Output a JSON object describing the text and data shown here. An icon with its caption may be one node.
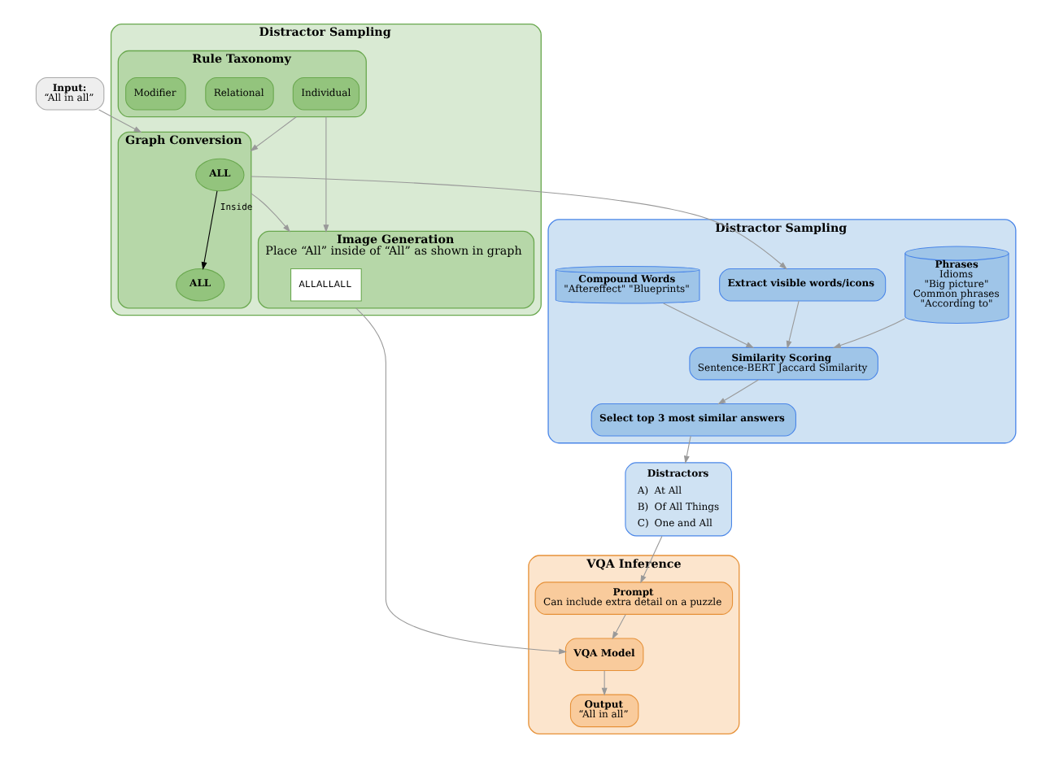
{
  "diagram": {
    "nodes": [
      {
        "text": [
          "Input:",
          "“All in all”"
        ]
      },
      {
        "text": [
          "Distractor Sampling"
        ]
      },
      {
        "text": [
          "Compound Words",
          "\"Aftereffect\" \"Blueprints\""
        ],
        "in": 1
      },
      {
        "text": [
          "Phrases",
          "Idioms",
          "\"Big picture\"",
          "Common phrases",
          "\"According to\""
        ],
        "in": 1
      },
      {
        "text": [
          "Extract visible words/icons"
        ],
        "in": 1
      },
      {
        "text": [
          "Similarity Scoring",
          "Sentence-BERT Jaccard Similarity"
        ],
        "in": 1
      },
      {
        "text": [
          "Select top 3 most similar answers"
        ],
        "in": 1
      },
      {
        "text": [
          "Distractor Sampling"
        ]
      },
      {
        "text": [
          "Graph Conversion"
        ],
        "in": 7
      },
      {
        "text": [
          "ALL"
        ],
        "in": 8
      },
      {
        "text": [
          "ALL"
        ],
        "in": 8
      },
      {
        "text": [
          "Rule Taxonomy"
        ],
        "in": 7
      },
      {
        "text": [
          "Individual"
        ],
        "in": 11
      },
      {
        "text": [
          "Relational"
        ],
        "in": 11
      },
      {
        "text": [
          "Modifier"
        ],
        "in": 11
      },
      {
        "text": [
          "Image Generation",
          "Place “All” inside of “All” as shown in graph"
        ],
        "in": 7
      },
      {
        "text": [
          "ALLALLALL"
        ],
        "in": 15
      },
      {
        "text": [
          "Distractors",
          "A)",
          "At All",
          "B)",
          "Of All Things",
          "C)",
          "One and All"
        ]
      },
      {
        "text": [
          "VQA Inference"
        ]
      },
      {
        "text": [
          "Prompt",
          "Can include extra detail on a puzzle"
        ],
        "in": 18
      },
      {
        "text": [
          "VQA Model"
        ],
        "in": 18
      },
      {
        "text": [
          "Output",
          "“All in all”"
        ],
        "in": 18
      }
    ],
    "edges": [
      {
        "from": 0,
        "to": 8,
        "arrow": "to"
      },
      {
        "from": 8,
        "to": 4,
        "arrow": "to"
      },
      {
        "from": 2,
        "to": 5,
        "arrow": "to"
      },
      {
        "from": 3,
        "to": 5,
        "arrow": "to"
      },
      {
        "from": 4,
        "to": 5,
        "arrow": "to"
      },
      {
        "from": 5,
        "to": 6,
        "arrow": "to"
      },
      {
        "from": 9,
        "to": 10,
        "label": "Inside",
        "arrow": "to",
        "color": "#000000"
      },
      {
        "from": 11,
        "to": 8,
        "arrow": "to"
      },
      {
        "from": 8,
        "to": 15,
        "arrow": "to"
      },
      {
        "from": 11,
        "to": 15,
        "arrow": "to"
      },
      {
        "from": 6,
        "to": 17,
        "arrow": "to"
      },
      {
        "from": 15,
        "to": 20,
        "arrow": "to"
      },
      {
        "from": 17,
        "to": 19,
        "arrow": "to"
      },
      {
        "from": 19,
        "to": 20,
        "arrow": "to"
      },
      {
        "from": 20,
        "to": 21,
        "arrow": "to"
      }
    ]
  }
}
